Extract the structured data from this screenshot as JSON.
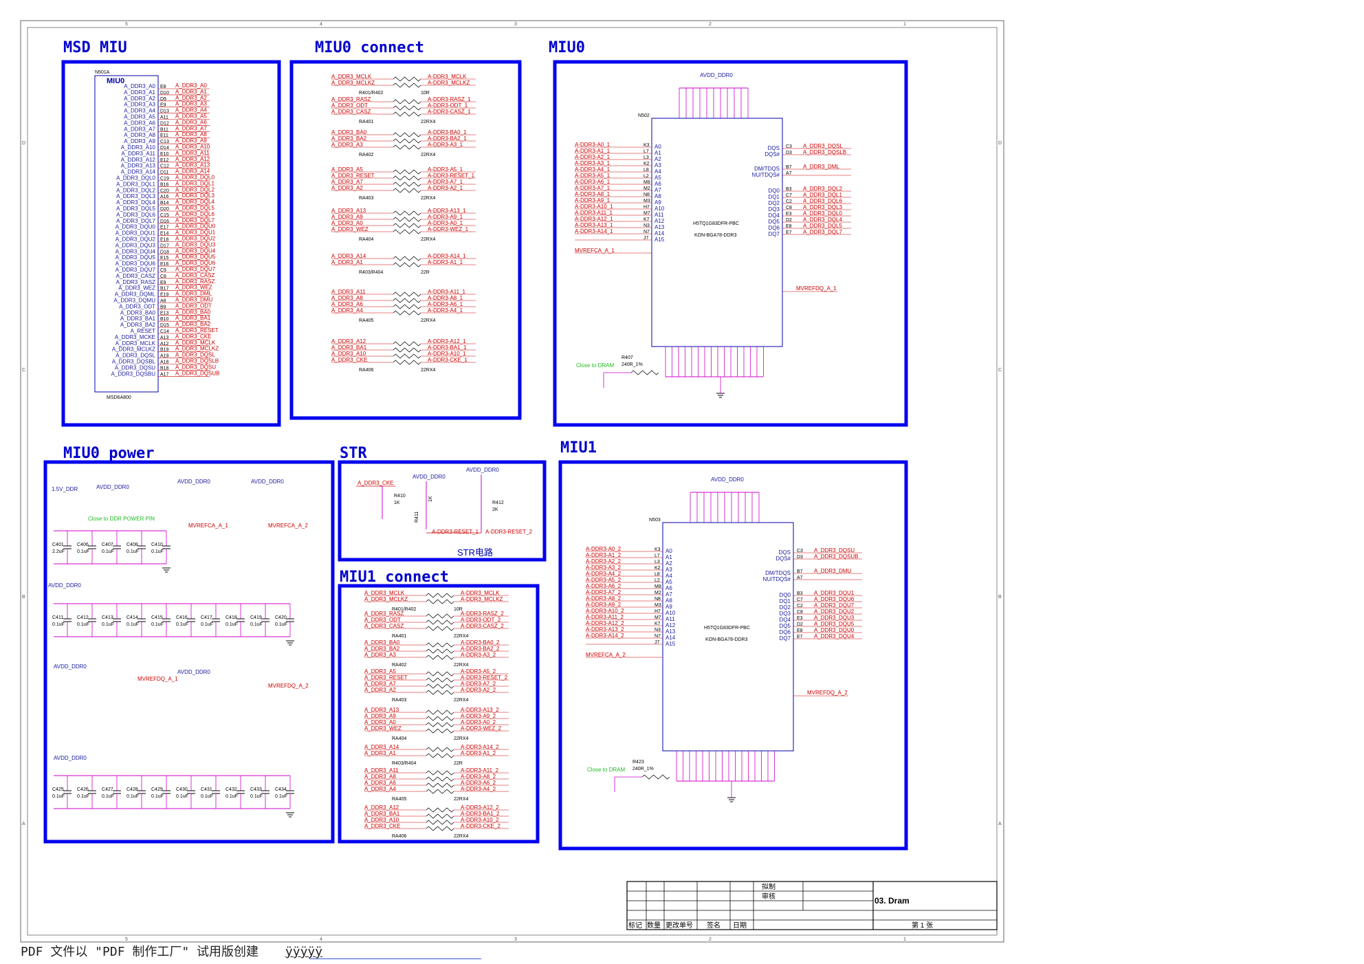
{
  "sections": {
    "msd_miu": "MSD MIU",
    "miu0_connect": "MIU0 connect",
    "miu0": "MIU0",
    "miu0_power": "MIU0 power",
    "str": "STR",
    "miu1_connect": "MIU1 connect",
    "miu1": "MIU1"
  },
  "msd": {
    "ref": "N501A",
    "block": "MIU0",
    "part": "MSD6A800",
    "rows": [
      [
        "A_DDR3_A0",
        "E8",
        "A_DDR3_A0"
      ],
      [
        "A_DDR3_A1",
        "D10",
        "A_DDR3_A1"
      ],
      [
        "A_DDR3_A2",
        "D9",
        "A_DDR3_A2"
      ],
      [
        "A_DDR3_A3",
        "E9",
        "A_DDR3_A3"
      ],
      [
        "A_DDR3_A4",
        "D13",
        "A_DDR3_A4"
      ],
      [
        "A_DDR3_A5",
        "A11",
        "A_DDR3_A5"
      ],
      [
        "A_DDR3_A6",
        "D12",
        "A_DDR3_A6"
      ],
      [
        "A_DDR3_A7",
        "B11",
        "A_DDR3_A7"
      ],
      [
        "A_DDR3_A8",
        "E11",
        "A_DDR3_A8"
      ],
      [
        "A_DDR3_A9",
        "C13",
        "A_DDR3_A9"
      ],
      [
        "A_DDR3_A10",
        "D14",
        "A_DDR3_A10"
      ],
      [
        "A_DDR3_A11",
        "E10",
        "A_DDR3_A11"
      ],
      [
        "A_DDR3_A12",
        "E12",
        "A_DDR3_A12"
      ],
      [
        "A_DDR3_A13",
        "C12",
        "A_DDR3_A13"
      ],
      [
        "A_DDR3_A14",
        "D11",
        "A_DDR3_A14"
      ],
      [
        "A_DDR3_DQL0",
        "C19",
        "A_DDR3_DQL0"
      ],
      [
        "A_DDR3_DQL1",
        "B16",
        "A_DDR3_DQL1"
      ],
      [
        "A_DDR3_DQL2",
        "C20",
        "A_DDR3_DQL2"
      ],
      [
        "A_DDR3_DQL3",
        "A16",
        "A_DDR3_DQL3"
      ],
      [
        "A_DDR3_DQL4",
        "B14",
        "A_DDR3_DQL4"
      ],
      [
        "A_DDR3_DQL5",
        "D20",
        "A_DDR3_DQL5"
      ],
      [
        "A_DDR3_DQL6",
        "C15",
        "A_DDR3_DQL6"
      ],
      [
        "A_DDR3_DQL7",
        "D16",
        "A_DDR3_DQL7"
      ],
      [
        "A_DDR3_DQU0",
        "E17",
        "A_DDR3_DQU0"
      ],
      [
        "A_DDR3_DQU1",
        "E14",
        "A_DDR3_DQU1"
      ],
      [
        "A_DDR3_DQU2",
        "E18",
        "A_DDR3_DQU2"
      ],
      [
        "A_DDR3_DQU3",
        "D17",
        "A_DDR3_DQU3"
      ],
      [
        "A_DDR3_DQU4",
        "D18",
        "A_DDR3_DQU4"
      ],
      [
        "A_DDR3_DQU5",
        "E15",
        "A_DDR3_DQU5"
      ],
      [
        "A_DDR3_DQU6",
        "E16",
        "A_DDR3_DQU6"
      ],
      [
        "A_DDR3_DQU7",
        "C9",
        "A_DDR3_DQU7"
      ],
      [
        "A_DDR3_CASZ",
        "C8",
        "A_DDR3_CASZ"
      ],
      [
        "A_DDR3_RASZ",
        "E9",
        "A_DDR3_RASZ"
      ],
      [
        "A_DDR3_WEZ",
        "B17",
        "A_DDR3_WEZ"
      ],
      [
        "A_DDR3_DQML",
        "E19",
        "A_DDR3_DML"
      ],
      [
        "A_DDR3_DQMU",
        "A8",
        "A_DDR3_DMU"
      ],
      [
        "A_DDR3_ODT",
        "B9",
        "A_DDR3_ODT"
      ],
      [
        "A_DDR3_BA0",
        "E13",
        "A_DDR3_BA0"
      ],
      [
        "A_DDR3_BA1",
        "B10",
        "A_DDR3_BA1"
      ],
      [
        "A_DDR3_BA2",
        "D15",
        "A_DDR3_BA2"
      ],
      [
        "A_RESET",
        "C14",
        "A_DDR3_RESET"
      ],
      [
        "A_DDR3_MCKE",
        "A13",
        "A_DDR3_CKE"
      ],
      [
        "A_DDR3_MCLK",
        "A12",
        "A_DDR3_MCLK"
      ],
      [
        "A_DDR3_MCLKZ",
        "B19",
        "A_DDR3_MCLKZ"
      ],
      [
        "A_DDR3_DQSL",
        "A19",
        "A_DDR3_DQSL"
      ],
      [
        "A_DDR3_DQSBL",
        "A18",
        "A_DDR3_DQSLB"
      ],
      [
        "A_DDR3_DQSU",
        "B18",
        "A_DDR3_DQSU"
      ],
      [
        "A_DDR3_DQSBU",
        "A17",
        "A_DDR3_DQSUB"
      ]
    ]
  },
  "miu0c": {
    "groups": [
      {
        "ref": "R401/R402",
        "val": "10R",
        "lines": [
          [
            "A_DDR3_MCLK",
            "A-DDR3_MCLK"
          ],
          [
            "A_DDR3_MCLKZ",
            "A-DDR3_MCLKZ"
          ]
        ]
      },
      {
        "ref": "RA401",
        "val": "22RX4",
        "lines": [
          [
            "A_DDR3_RASZ",
            "A-DDR3-RASZ_1"
          ],
          [
            "A_DDR3_ODT",
            "A-DDR3-ODT_1"
          ],
          [
            "A_DDR3_CASZ",
            "A-DDR3-CASZ_1"
          ]
        ]
      },
      {
        "ref": "RA402",
        "val": "22RX4",
        "lines": [
          [
            "A_DDR3_BA0",
            "A-DDR3-BA0_1"
          ],
          [
            "A_DDR3_BA2",
            "A-DDR3-BA2_1"
          ],
          [
            "A_DDR3_A3",
            "A-DDR3-A3_1"
          ]
        ]
      },
      {
        "ref": "RA403",
        "val": "22RX4",
        "lines": [
          [
            "A_DDR3_A5",
            "A-DDR3-A5_1"
          ],
          [
            "A_DDR3_RESET",
            "A-DDR3-RESET_1"
          ],
          [
            "A_DDR3_A7",
            "A-DDR3-A7_1"
          ],
          [
            "A_DDR3_A2",
            "A-DDR3-A2_1"
          ]
        ]
      },
      {
        "ref": "RA404",
        "val": "22RX4",
        "lines": [
          [
            "A_DDR3_A13",
            "A-DDR3-A13_1"
          ],
          [
            "A_DDR3_A9",
            "A-DDR3-A9_1"
          ],
          [
            "A_DDR3_A0",
            "A-DDR3-A0_1"
          ],
          [
            "A_DDR3_WEZ",
            "A-DDR3-WEZ_1"
          ]
        ]
      },
      {
        "ref": "R403/R404",
        "val": "22R",
        "lines": [
          [
            "A_DDR3_A14",
            "A-DDR3-A14_1"
          ],
          [
            "A_DDR3_A1",
            "A-DDR3-A1_1"
          ]
        ]
      },
      {
        "ref": "RA405",
        "val": "22RX4",
        "lines": [
          [
            "A_DDR3_A11",
            "A-DDR3-A11_1"
          ],
          [
            "A_DDR3_A8",
            "A-DDR3-A8_1"
          ],
          [
            "A_DDR3_A6",
            "A-DDR3-A6_1"
          ],
          [
            "A_DDR3_A4",
            "A-DDR3-A4_1"
          ]
        ]
      },
      {
        "ref": "RA406",
        "val": "22RX4",
        "lines": [
          [
            "A_DDR3_A12",
            "A-DDR3-A12_1"
          ],
          [
            "A_DDR3_BA1",
            "A-DDR3-BA1_1"
          ],
          [
            "A_DDR3_A10",
            "A-DDR3-A10_1"
          ],
          [
            "A_DDR3_CKE",
            "A-DDR3-CKE_1"
          ]
        ]
      }
    ]
  },
  "chip0": {
    "ref": "N502",
    "supply": "AVDD_DDR0",
    "part1": "H5TQ1G83DFR-PBC",
    "part2": "KON-BGA78-DDR3",
    "left": [
      [
        "A-DDR3-A0_1",
        "K3",
        "A0"
      ],
      [
        "A-DDR3-A1_1",
        "L7",
        "A1"
      ],
      [
        "A-DDR3-A2_1",
        "L3",
        "A2"
      ],
      [
        "A-DDR3-A3_1",
        "K2",
        "A3"
      ],
      [
        "A-DDR3-A4_1",
        "L8",
        "A4"
      ],
      [
        "A-DDR3-A5_1",
        "L2",
        "A5"
      ],
      [
        "A-DDR3-A6_1",
        "M8",
        "A6"
      ],
      [
        "A-DDR3-A7_1",
        "M2",
        "A7"
      ],
      [
        "A-DDR3-A8_1",
        "N8",
        "A8"
      ],
      [
        "A-DDR3-A9_1",
        "M3",
        "A9"
      ],
      [
        "A-DDR3-A10_1",
        "H7",
        "A10"
      ],
      [
        "A-DDR3-A11_1",
        "M7",
        "A11"
      ],
      [
        "A-DDR3-A12_1",
        "K7",
        "A12"
      ],
      [
        "A-DDR3-A13_1",
        "N3",
        "A13"
      ],
      [
        "A-DDR3-A14_1",
        "N7",
        "A14"
      ],
      [
        "",
        "J7",
        "A15"
      ]
    ],
    "right": [
      [
        "DQS",
        "C3",
        "A_DDR3_DQSL"
      ],
      [
        "DQS#",
        "D3",
        "A_DDR3_DQSLB"
      ],
      [
        "DM/TDQS",
        "B7",
        "A_DDR3_DML"
      ],
      [
        "NU/TDQS#",
        "A7",
        ""
      ],
      [
        "DQ0",
        "B3",
        "A_DDR3_DQL2"
      ],
      [
        "DQ1",
        "C7",
        "A_DDR3_DQL1"
      ],
      [
        "DQ2",
        "C2",
        "A_DDR3_DQL6"
      ],
      [
        "DQ3",
        "C8",
        "A_DDR3_DQL3"
      ],
      [
        "DQ4",
        "E3",
        "A_DDR3_DQL0"
      ],
      [
        "DQ5",
        "D2",
        "A_DDR3_DQL4"
      ],
      [
        "DQ6",
        "E8",
        "A_DDR3_DQL5"
      ],
      [
        "DQ7",
        "E7",
        "A_DDR3_DQL7"
      ]
    ],
    "vrefca": "MVREFCA_A_1",
    "vrefdq": "MVREFDQ_A_1",
    "resistor": "R407",
    "resval": "240R_1%",
    "close": "Close to DRAM"
  },
  "chip1": {
    "ref": "N503",
    "supply": "AVDD_DDR0",
    "part1": "H5TQ1G83DFR-PBC",
    "part2": "KON-BGA78-DDR3",
    "left": [
      [
        "A-DDR3-A0_2",
        "K3",
        "A0"
      ],
      [
        "A-DDR3-A1_2",
        "L7",
        "A1"
      ],
      [
        "A-DDR3-A2_2",
        "L3",
        "A2"
      ],
      [
        "A-DDR3-A3_2",
        "K2",
        "A3"
      ],
      [
        "A-DDR3-A4_2",
        "L8",
        "A4"
      ],
      [
        "A-DDR3-A5_2",
        "L2",
        "A5"
      ],
      [
        "A-DDR3-A6_2",
        "M8",
        "A6"
      ],
      [
        "A-DDR3-A7_2",
        "M2",
        "A7"
      ],
      [
        "A-DDR3-A8_2",
        "N8",
        "A8"
      ],
      [
        "A-DDR3-A9_2",
        "M3",
        "A9"
      ],
      [
        "A-DDR3-A10_2",
        "H7",
        "A10"
      ],
      [
        "A-DDR3-A11_2",
        "M7",
        "A11"
      ],
      [
        "A-DDR3-A12_2",
        "K7",
        "A12"
      ],
      [
        "A-DDR3-A13_2",
        "N3",
        "A13"
      ],
      [
        "A-DDR3-A14_2",
        "N7",
        "A14"
      ],
      [
        "",
        "J7",
        "A15"
      ]
    ],
    "right": [
      [
        "DQS",
        "C3",
        "A_DDR3_DQSU"
      ],
      [
        "DQS#",
        "D3",
        "A_DDR3_DQSUB"
      ],
      [
        "DM/TDQS",
        "B7",
        "A_DDR3_DMU"
      ],
      [
        "NU/TDQS#",
        "A7",
        ""
      ],
      [
        "DQ0",
        "B3",
        "A_DDR3_DQU1"
      ],
      [
        "DQ1",
        "C7",
        "A_DDR3_DQU6"
      ],
      [
        "DQ2",
        "C2",
        "A_DDR3_DQU7"
      ],
      [
        "DQ3",
        "C8",
        "A_DDR3_DQU2"
      ],
      [
        "DQ4",
        "E3",
        "A_DDR3_DQU3"
      ],
      [
        "DQ5",
        "D2",
        "A_DDR3_DQU5"
      ],
      [
        "DQ6",
        "E8",
        "A_DDR3_DQU0"
      ],
      [
        "DQ7",
        "E7",
        "A_DDR3_DQU4"
      ]
    ],
    "vrefca": "MVREFCA_A_2",
    "vrefdq": "MVREFDQ_A_2",
    "resistor": "R423",
    "resval": "240R_1%",
    "close": "Close to DRAM"
  },
  "power": {
    "v1": "1.5V_DDR",
    "v2": "AVDD_DDR0",
    "note": "Close to DDR POWER PIN",
    "row1": [
      [
        "C401",
        "2.2uF"
      ],
      [
        "C406",
        "0.1uF"
      ],
      [
        "C407",
        "0.1uF"
      ],
      [
        "C408",
        "0.1uF"
      ],
      [
        "C410",
        "0.1uF"
      ]
    ],
    "row2": [
      [
        "C411",
        "0.1uF"
      ],
      [
        "C412",
        "0.1uF"
      ],
      [
        "C413",
        "0.1uF"
      ],
      [
        "C414",
        "0.1uF"
      ],
      [
        "C415",
        "0.1uF"
      ],
      [
        "C416",
        "0.1uF"
      ],
      [
        "C417",
        "0.1uF"
      ],
      [
        "C418",
        "0.1uF"
      ],
      [
        "C419",
        "0.1uF"
      ],
      [
        "C420",
        "0.1uF"
      ]
    ],
    "row3": [
      [
        "C425",
        "0.1uF"
      ],
      [
        "C426",
        "0.1uF"
      ],
      [
        "C427",
        "0.1uF"
      ],
      [
        "C428",
        "0.1uF"
      ],
      [
        "C429",
        "0.1uF"
      ],
      [
        "C430",
        "0.1uF"
      ],
      [
        "C431",
        "0.1uF"
      ],
      [
        "C432",
        "0.1uF"
      ],
      [
        "C433",
        "0.1uF"
      ],
      [
        "C434",
        "0.1uF"
      ]
    ]
  },
  "str": {
    "label": "STR电路",
    "net1": "A_DDR3_CKE",
    "supply": "AVDD_DDR0",
    "r1": "R410",
    "r1v": "1K",
    "r2": "R411",
    "r2v": "1K",
    "r3": "R412",
    "r3v": "2K",
    "reset1": "A-DDR3-RESET_1",
    "reset2": "A-DDR3-RESET_2"
  },
  "titleblock": {
    "draw": "拟制",
    "review": "审核",
    "name": "03. Dram",
    "h1": "标记",
    "h2": "数量",
    "h3": "更改单号",
    "h4": "签名",
    "h5": "日期",
    "page": "第  1  张"
  },
  "footer": {
    "text": "PDF 文件以 \"PDF 制作工厂\" 试用版创建",
    "link": "ÿÿÿÿÿ"
  },
  "border": {
    "cols": [
      "5",
      "4",
      "3",
      "2",
      "1"
    ],
    "rows": [
      "D",
      "C",
      "B",
      "A"
    ]
  }
}
